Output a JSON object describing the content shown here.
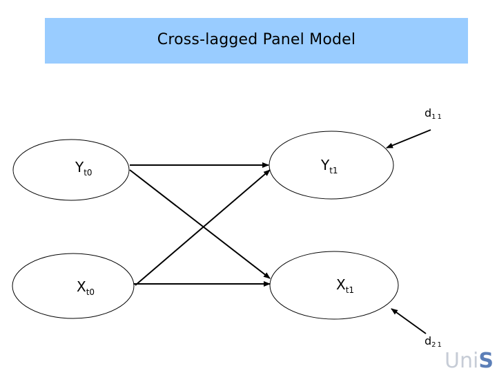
{
  "title": "Cross-lagged Panel Model",
  "nodes": {
    "y_t0": {
      "main": "Y",
      "sub": "t0"
    },
    "y_t1": {
      "main": "Y",
      "sub": "t1"
    },
    "x_t0": {
      "main": "X",
      "sub": "t0"
    },
    "x_t1": {
      "main": "X",
      "sub": "t1"
    }
  },
  "disturbances": {
    "d11": {
      "main": "d",
      "sub": "11"
    },
    "d21": {
      "main": "d",
      "sub": "21"
    }
  },
  "logo": {
    "part1": "Uni",
    "part2": "S"
  },
  "colors": {
    "title_bar": "#99ccff",
    "line": "#000000",
    "logo_light": "#c6ccd6",
    "logo_dark": "#5c7fb8"
  }
}
